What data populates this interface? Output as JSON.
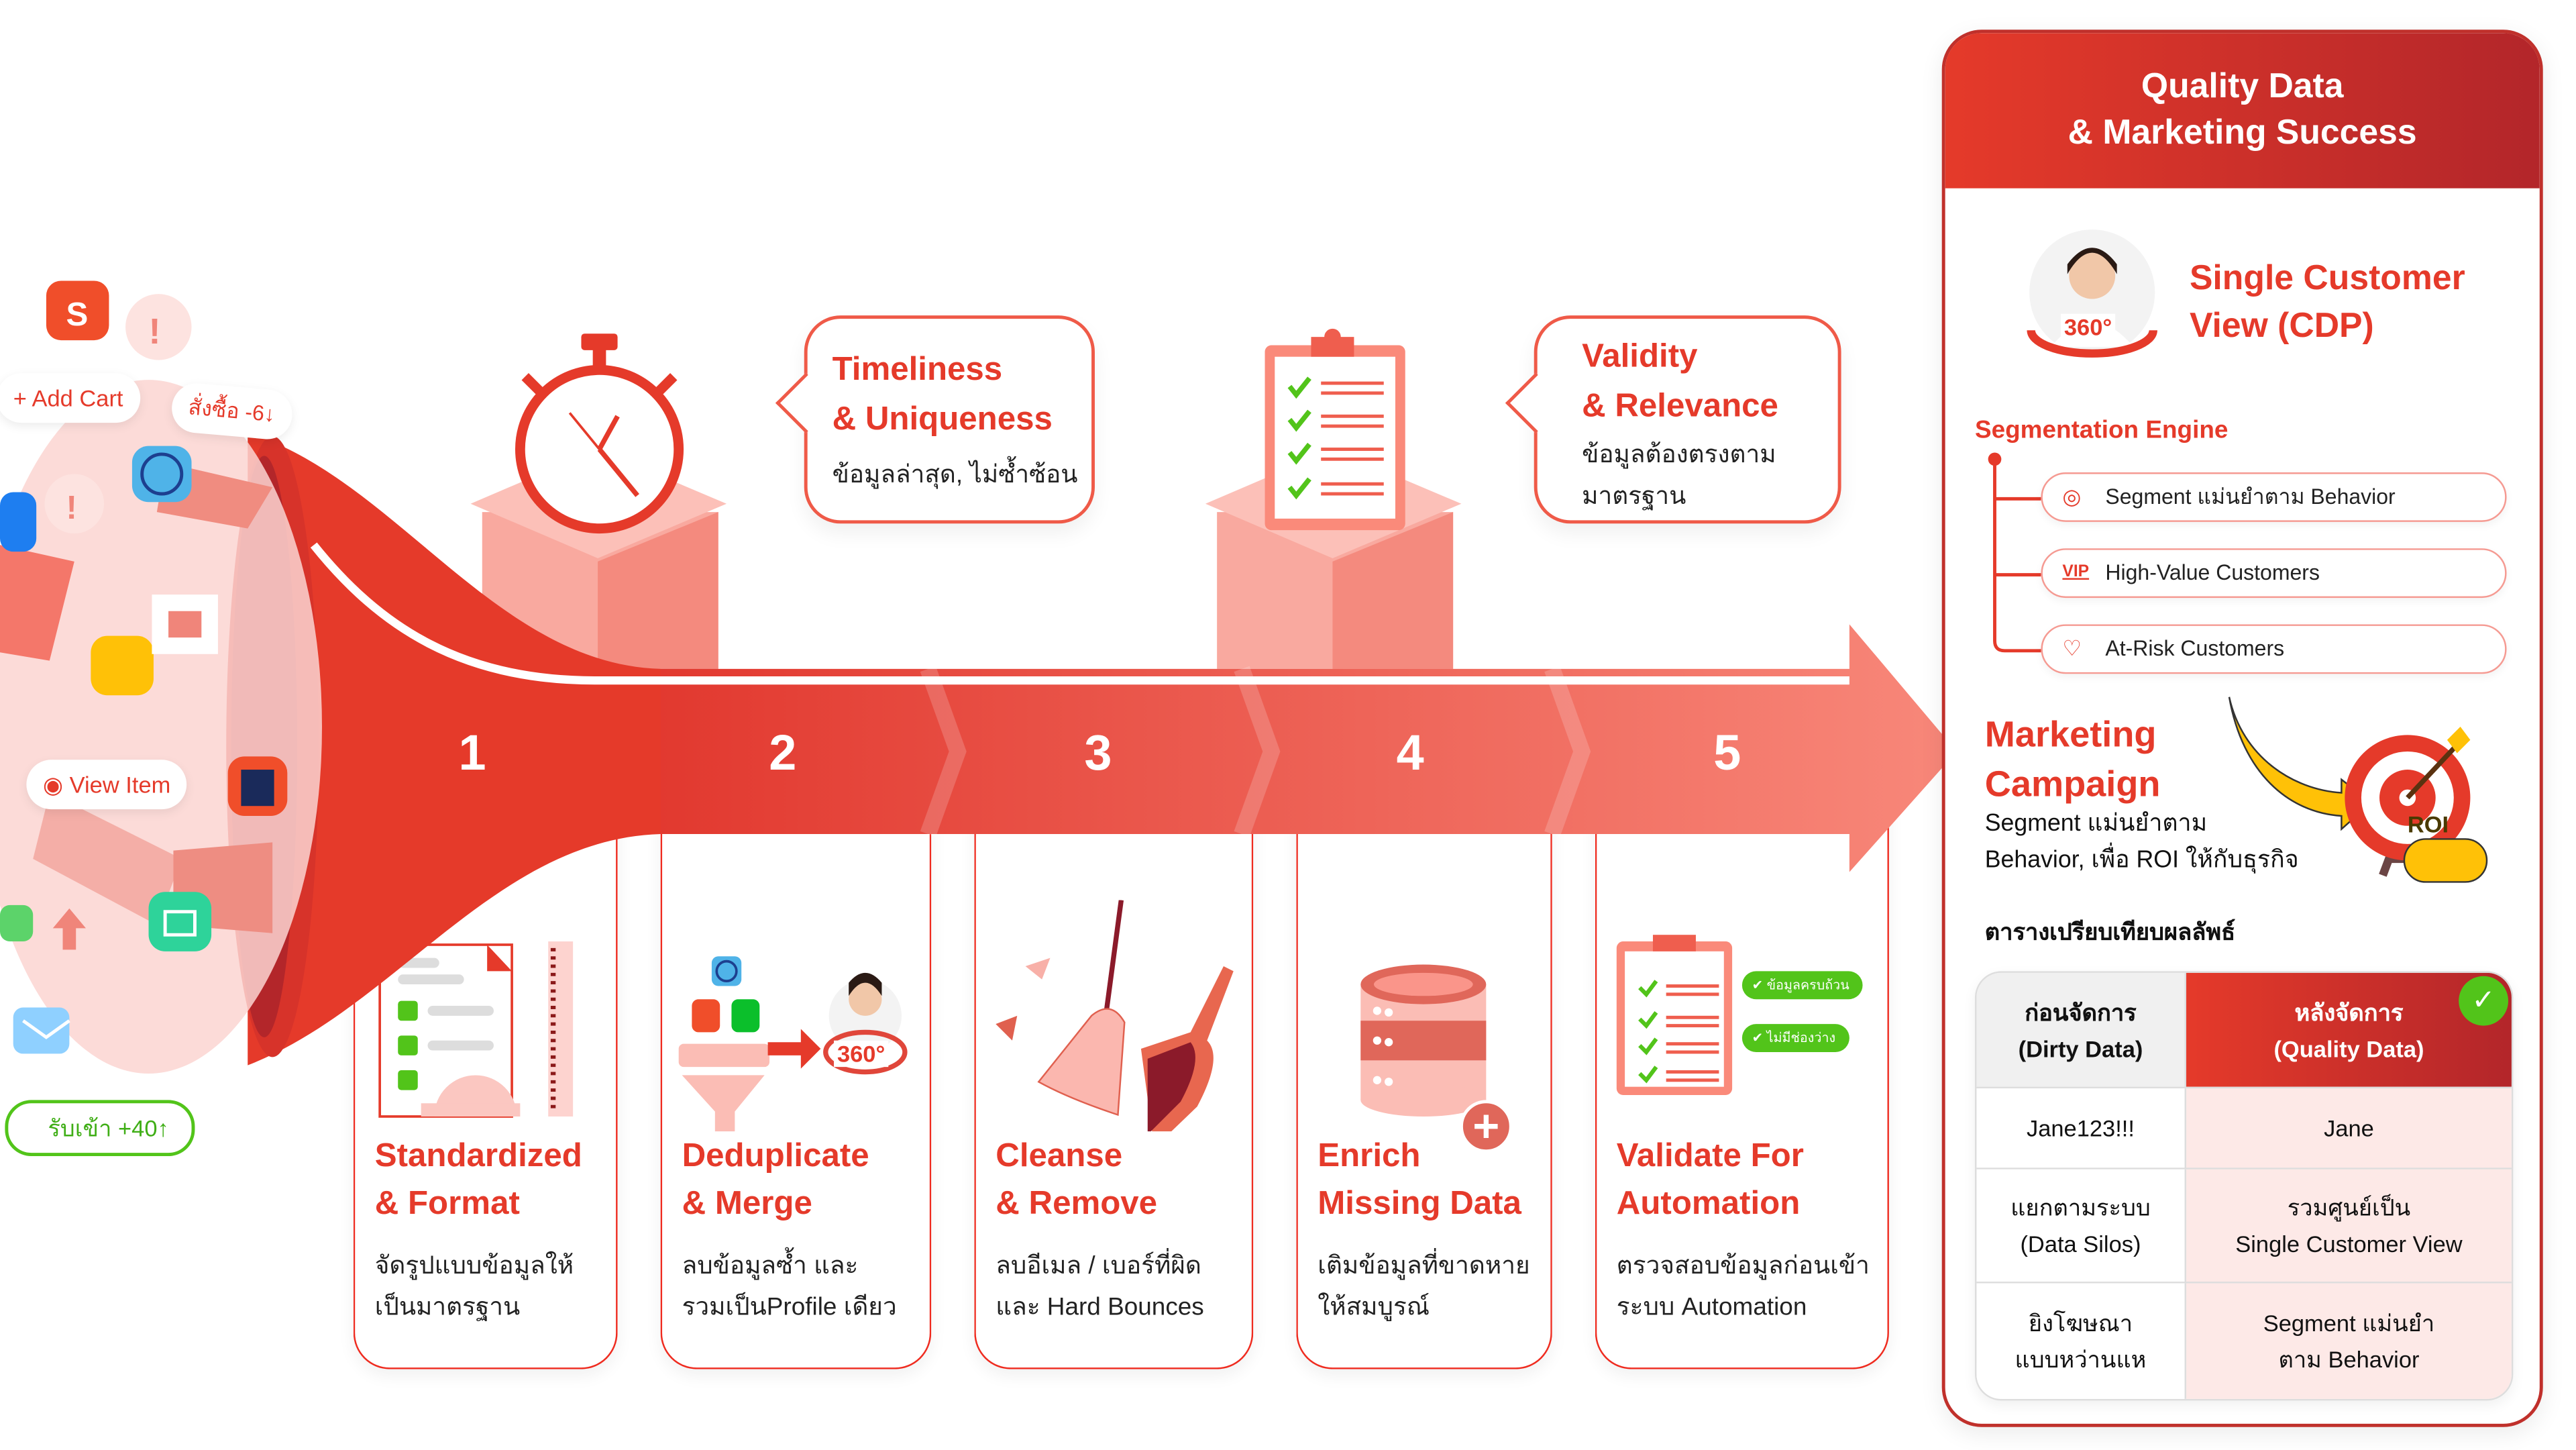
{
  "colors": {
    "primary": "#e53a2a",
    "dark_red": "#b3262a",
    "light_red": "#f58575",
    "success_green": "#52c41a"
  },
  "floating_tags": {
    "add_cart": "Add Cart",
    "order": "สั่งซื้อ -6↓",
    "view_item": "View Item",
    "stock_in": "รับเข้า +40↑"
  },
  "arrow_steps": [
    "1",
    "2",
    "3",
    "4",
    "5"
  ],
  "callouts": [
    {
      "title_line1": "Timeliness",
      "title_line2": "& Uniqueness",
      "desc": "ข้อมูลล่าสุด, ไม่ซ้ำซ้อน",
      "icon": "stopwatch-icon"
    },
    {
      "title_line1": "Validity",
      "title_line2": "& Relevance",
      "desc_line1": "ข้อมูลต้องตรงตาม",
      "desc_line2": "มาตรฐาน",
      "icon": "clipboard-checklist-icon"
    }
  ],
  "cards": [
    {
      "title_line1": "Standardized",
      "title_line2": "& Format",
      "desc_line1": "จัดรูปแบบข้อมูลให้",
      "desc_line2": "เป็นมาตรฐาน",
      "icon": "document-ruler-icon"
    },
    {
      "title_line1": "Deduplicate",
      "title_line2": "& Merge",
      "desc_line1": "ลบข้อมูลซ้ำ และ",
      "desc_line2": "รวมเป็นProfile เดียว",
      "icon": "funnel-merge-icon",
      "badge": "360°"
    },
    {
      "title_line1": "Cleanse",
      "title_line2": "& Remove",
      "desc_line1": "ลบอีเมล / เบอร์ที่ผิด",
      "desc_line2": "และ Hard Bounces",
      "icon": "broom-dustpan-icon"
    },
    {
      "title_line1": "Enrich",
      "title_line2": "Missing Data",
      "desc_line1": "เติมข้อมูลที่ขาดหาย",
      "desc_line2": "ให้สมบูรณ์",
      "icon": "database-plus-icon"
    },
    {
      "title_line1": "Validate For",
      "title_line2": "Automation",
      "desc_line1": "ตรวจสอบข้อมูลก่อนเข้า",
      "desc_line2": "ระบบ Automation",
      "icon": "clipboard-check-icon",
      "tags": [
        "ข้อมูลครบถ้วน",
        "ไม่มีช่องว่าง"
      ]
    }
  ],
  "panel": {
    "header_line1": "Quality Data",
    "header_line2": "& Marketing Success",
    "cdp_badge": "360°",
    "cdp_title_line1": "Single Customer",
    "cdp_title_line2": "View (CDP)",
    "segmentation_title": "Segmentation Engine",
    "segments": [
      {
        "label": "Segment แม่นยำตาม Behavior",
        "icon": "target-icon"
      },
      {
        "label": "High-Value Customers",
        "icon": "vip-icon"
      },
      {
        "label": "At-Risk Customers",
        "icon": "broken-heart-icon"
      }
    ],
    "campaign_title_line1": "Marketing",
    "campaign_title_line2": "Campaign",
    "campaign_desc_line1": "Segment แม่นยำตาม",
    "campaign_desc_line2": "Behavior, เพื่อ ROI ให้กับธุรกิจ",
    "roi_label": "ROI",
    "table_title": "ตารางเปรียบเทียบผลลัพธ์",
    "table": {
      "headers": [
        {
          "line1": "ก่อนจัดการ",
          "line2": "(Dirty Data)"
        },
        {
          "line1": "หลังจัดการ",
          "line2": "(Quality Data)"
        }
      ],
      "rows": [
        [
          {
            "line1": "Jane123!!!",
            "line2": ""
          },
          {
            "line1": "Jane",
            "line2": ""
          }
        ],
        [
          {
            "line1": "แยกตามระบบ",
            "line2": "(Data Silos)"
          },
          {
            "line1": "รวมศูนย์เป็น",
            "line2": "Single Customer View"
          }
        ],
        [
          {
            "line1": "ยิงโฆษณา",
            "line2": "แบบหว่านแห"
          },
          {
            "line1": "Segment แม่นยำ",
            "line2": "ตาม Behavior"
          }
        ]
      ]
    }
  }
}
